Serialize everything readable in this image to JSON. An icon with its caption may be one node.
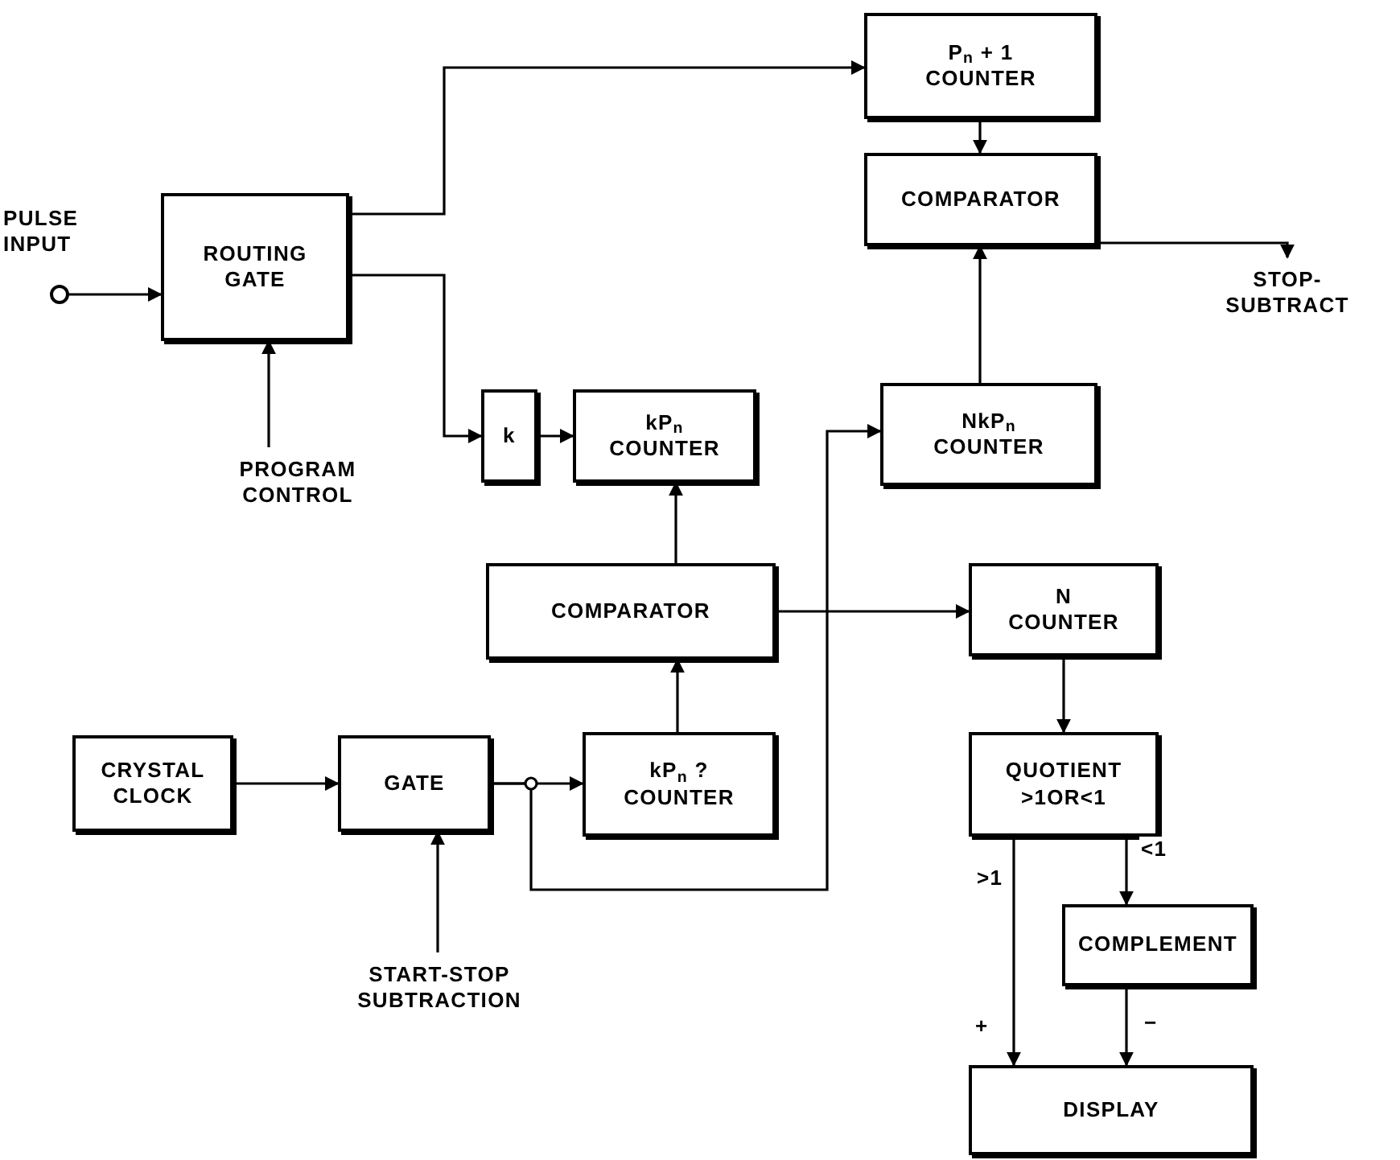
{
  "diagram": {
    "nodes": [
      {
        "text": [],
        "shape": "circle",
        "beside": [
          "PULSE INPUT"
        ]
      },
      {
        "text": [
          "ROUTING GATE"
        ]
      },
      {
        "text": [
          "PROGRAM CONTROL"
        ]
      },
      {
        "text": [
          "P$_{n}$ + 1",
          "COUNTER"
        ]
      },
      {
        "text": [
          "COMPARATOR"
        ]
      },
      {
        "text": [
          "STOP-SUBTRACT"
        ]
      },
      {
        "text": [
          "k"
        ]
      },
      {
        "text": [
          "kP$_{n}$",
          "COUNTER"
        ]
      },
      {
        "text": [
          "NkP$_{n}$",
          "COUNTER"
        ]
      },
      {
        "text": [
          "COMPARATOR"
        ]
      },
      {
        "text": [
          "N",
          "COUNTER"
        ]
      },
      {
        "text": [
          "CRYSTAL CLOCK"
        ]
      },
      {
        "text": [
          "GATE"
        ]
      },
      {
        "text": [
          "kP$_{n}$ ?",
          "COUNTER"
        ]
      },
      {
        "text": [
          "QUOTIENT >1OR<1"
        ]
      },
      {
        "text": [
          "START-STOP SUBTRACTION"
        ]
      },
      {
        "text": [
          "COMPLEMENT"
        ]
      },
      {
        "text": [
          "DISPLAY"
        ]
      }
    ],
    "edges": [
      {
        "from": 0,
        "to": 1,
        "arrow": "to"
      },
      {
        "from": 2,
        "to": 1,
        "arrow": "to"
      },
      {
        "from": 1,
        "to": 3,
        "arrow": "to"
      },
      {
        "from": 1,
        "to": 6,
        "arrow": "to"
      },
      {
        "from": 6,
        "to": 7,
        "arrow": "to"
      },
      {
        "from": 3,
        "to": 4,
        "arrow": "to"
      },
      {
        "from": 4,
        "to": 5,
        "arrow": "to"
      },
      {
        "from": 8,
        "to": 4,
        "arrow": "to"
      },
      {
        "from": 9,
        "to": 7,
        "arrow": "to"
      },
      {
        "from": 13,
        "to": 9,
        "arrow": "to"
      },
      {
        "from": 9,
        "to": 10,
        "arrow": "to"
      },
      {
        "from": 11,
        "to": 12,
        "arrow": "to"
      },
      {
        "from": 15,
        "to": 12,
        "arrow": "to"
      },
      {
        "from": 12,
        "to": 13,
        "arrow": "to"
      },
      {
        "from": 12,
        "to": 8,
        "arrow": "to"
      },
      {
        "from": 10,
        "to": 14,
        "arrow": "to"
      },
      {
        "from": 14,
        "to": 17,
        "arrow": "to",
        "label": ">1"
      },
      {
        "from": 14,
        "to": 16,
        "arrow": "to",
        "label": "<1"
      },
      {
        "from": 16,
        "to": 17,
        "arrow": "to",
        "label": "−"
      }
    ],
    "labels": [
      "+"
    ]
  }
}
